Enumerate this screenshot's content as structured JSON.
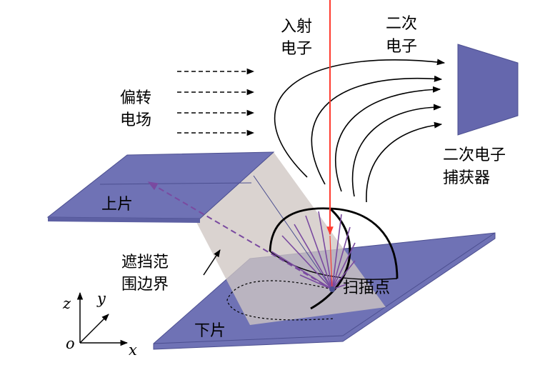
{
  "labels": {
    "incident_line1": "入射",
    "incident_line2": "电子",
    "secondary_line1": "二次",
    "secondary_line2": "电子",
    "field_line1": "偏转",
    "field_line2": "电场",
    "collector_line1": "二次电子",
    "collector_line2": "捕获器",
    "upper_piece": "上片",
    "lower_piece": "下片",
    "shadow_line1": "遮挡范",
    "shadow_line2": "围边界",
    "scan_point": "扫描点"
  },
  "axes": {
    "z": "z",
    "y": "y",
    "x": "x",
    "origin": "o"
  },
  "colors": {
    "plate": "#6f72b5",
    "plate_edge": "#4c4f90",
    "collector": "#6567ad",
    "beam": "#ff3b2f",
    "rays": "#7a4aa0",
    "shadow": "#cfc7c3",
    "line": "#000000"
  }
}
